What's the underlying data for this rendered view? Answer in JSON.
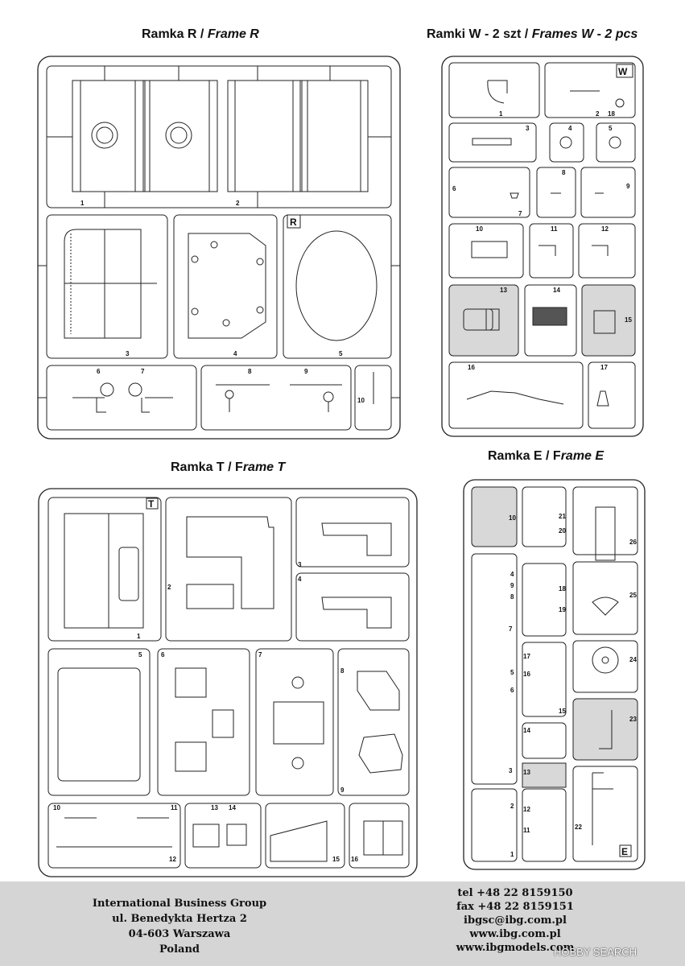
{
  "titles": {
    "frame_r": {
      "main": "Ramka R  / ",
      "italic": "Frame R"
    },
    "frame_w": {
      "main": "Ramki W - 2 szt  / ",
      "italic": "Frames W - 2 pcs"
    },
    "frame_t": {
      "main": "Ramka T  / F",
      "italic": "rame T"
    },
    "frame_e": {
      "main": "Ramka E  / F",
      "italic": "rame E"
    }
  },
  "frame_letters": {
    "r": "R",
    "w": "W",
    "t": "T",
    "e": "E"
  },
  "part_numbers": {
    "r": [
      "1",
      "2",
      "3",
      "4",
      "5",
      "6",
      "7",
      "8",
      "9",
      "10"
    ],
    "w": [
      "1",
      "2",
      "3",
      "4",
      "5",
      "6",
      "7",
      "8",
      "9",
      "10",
      "11",
      "12",
      "13",
      "14",
      "15",
      "16",
      "17",
      "18"
    ],
    "t": [
      "1",
      "2",
      "3",
      "4",
      "5",
      "6",
      "7",
      "8",
      "9",
      "10",
      "11",
      "12",
      "13",
      "14",
      "15",
      "16"
    ],
    "e": [
      "1",
      "2",
      "3",
      "4",
      "5",
      "6",
      "7",
      "8",
      "9",
      "10",
      "11",
      "12",
      "13",
      "14",
      "15",
      "16",
      "17",
      "18",
      "19",
      "20",
      "21",
      "22",
      "23",
      "24",
      "25",
      "26"
    ]
  },
  "company": {
    "name": "International Business Group",
    "street": "ul. Benedykta  Hertza 2",
    "city": "04-603 Warszawa",
    "country": "Poland"
  },
  "contact": {
    "tel": "tel +48 22 8159150",
    "fax": "fax +48 22 8159151",
    "email": "ibgsc@ibg.com.pl",
    "web1": "www.ibg.com.pl",
    "web2": "www.ibgmodels.com"
  },
  "watermark": "HOBBY SEARCH"
}
